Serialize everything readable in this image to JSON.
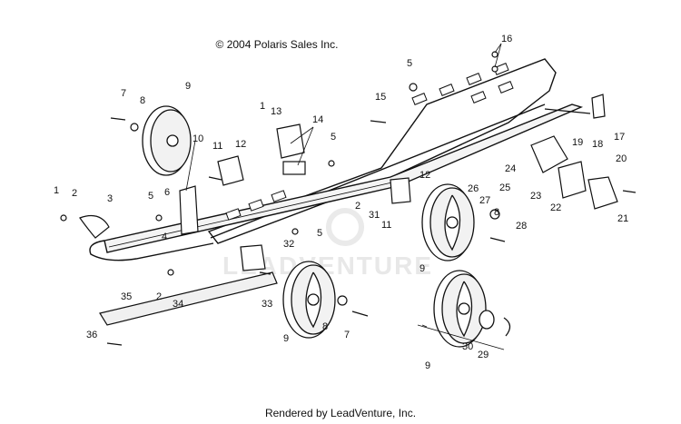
{
  "copyright": "© 2004 Polaris Sales Inc.",
  "footer": "Rendered by LeadVenture, Inc.",
  "watermark": "LEADVENTURE",
  "callouts": [
    {
      "id": "c16",
      "label": "16"
    },
    {
      "id": "c5a",
      "label": "5"
    },
    {
      "id": "c15",
      "label": "15"
    },
    {
      "id": "c7a",
      "label": "7"
    },
    {
      "id": "c8a",
      "label": "8"
    },
    {
      "id": "c9a",
      "label": "9"
    },
    {
      "id": "c1a",
      "label": "1"
    },
    {
      "id": "c13",
      "label": "13"
    },
    {
      "id": "c14",
      "label": "14"
    },
    {
      "id": "c5b",
      "label": "5"
    },
    {
      "id": "c10",
      "label": "10"
    },
    {
      "id": "c11a",
      "label": "11"
    },
    {
      "id": "c12a",
      "label": "12"
    },
    {
      "id": "c1b",
      "label": "1"
    },
    {
      "id": "c2a",
      "label": "2"
    },
    {
      "id": "c3",
      "label": "3"
    },
    {
      "id": "c5c",
      "label": "5"
    },
    {
      "id": "c6",
      "label": "6"
    },
    {
      "id": "c4",
      "label": "4"
    },
    {
      "id": "c19",
      "label": "19"
    },
    {
      "id": "c18",
      "label": "18"
    },
    {
      "id": "c17",
      "label": "17"
    },
    {
      "id": "c24",
      "label": "24"
    },
    {
      "id": "c20",
      "label": "20"
    },
    {
      "id": "c26",
      "label": "26"
    },
    {
      "id": "c25",
      "label": "25"
    },
    {
      "id": "c23",
      "label": "23"
    },
    {
      "id": "c22",
      "label": "22"
    },
    {
      "id": "c21",
      "label": "21"
    },
    {
      "id": "c12b",
      "label": "12"
    },
    {
      "id": "c27",
      "label": "27"
    },
    {
      "id": "c2b",
      "label": "2"
    },
    {
      "id": "c31",
      "label": "31"
    },
    {
      "id": "c11b",
      "label": "11"
    },
    {
      "id": "c8b",
      "label": "8"
    },
    {
      "id": "c28",
      "label": "28"
    },
    {
      "id": "c5d",
      "label": "5"
    },
    {
      "id": "c32",
      "label": "32"
    },
    {
      "id": "c9b",
      "label": "9"
    },
    {
      "id": "c35",
      "label": "35"
    },
    {
      "id": "c2c",
      "label": "2"
    },
    {
      "id": "c34",
      "label": "34"
    },
    {
      "id": "c33",
      "label": "33"
    },
    {
      "id": "c36",
      "label": "36"
    },
    {
      "id": "c9c",
      "label": "9"
    },
    {
      "id": "c8c",
      "label": "8"
    },
    {
      "id": "c7b",
      "label": "7"
    },
    {
      "id": "c30",
      "label": "30"
    },
    {
      "id": "c29",
      "label": "29"
    },
    {
      "id": "c9d",
      "label": "9"
    }
  ]
}
